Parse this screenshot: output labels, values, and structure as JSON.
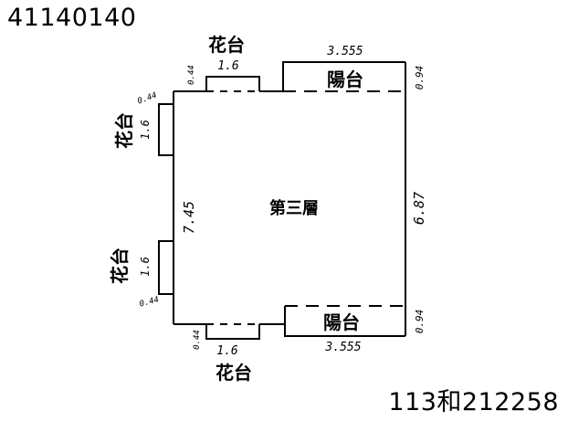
{
  "header": {
    "document_id": "41140140"
  },
  "footer": {
    "parcel_id": "113和212258"
  },
  "plan": {
    "floor_label": "第三層",
    "rooms": {
      "balcony_top": "陽台",
      "balcony_bottom": "陽台",
      "planter_top": "花台",
      "planter_bottom": "花台",
      "planter_left_upper": "花台",
      "planter_left_lower": "花台"
    },
    "dimensions": {
      "main_left_height": "7.45",
      "main_right_height": "6.87",
      "balcony_top_width": "3.555",
      "balcony_bottom_width": "3.555",
      "balcony_top_depth": "0.94",
      "balcony_bottom_depth": "0.94",
      "planter_top_width": "1.6",
      "planter_top_depth": "0.44",
      "planter_bottom_width": "1.6",
      "planter_bottom_depth": "0.44",
      "planter_left_upper_length": "1.6",
      "planter_left_upper_depth": "0.44",
      "planter_left_lower_length": "1.6",
      "planter_left_lower_depth": "0.44"
    },
    "colors": {
      "line": "#000000",
      "background": "#ffffff"
    }
  }
}
